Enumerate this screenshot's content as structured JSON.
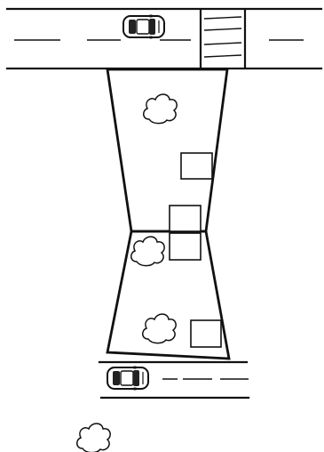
{
  "scene": {
    "elements": [
      "upper-road",
      "pedestrian-crossing",
      "car-top",
      "hourglass-plot",
      "bush-1",
      "bush-2",
      "bush-3",
      "bush-4",
      "box-1",
      "box-2",
      "box-3",
      "box-4",
      "lower-road",
      "car-bottom"
    ],
    "colors": {
      "ink": "#111111",
      "background": "#ffffff",
      "car_window": "#222222",
      "car_body": "#ffffff"
    },
    "icons": {
      "car": "car-icon",
      "bush": "bush-icon"
    }
  }
}
